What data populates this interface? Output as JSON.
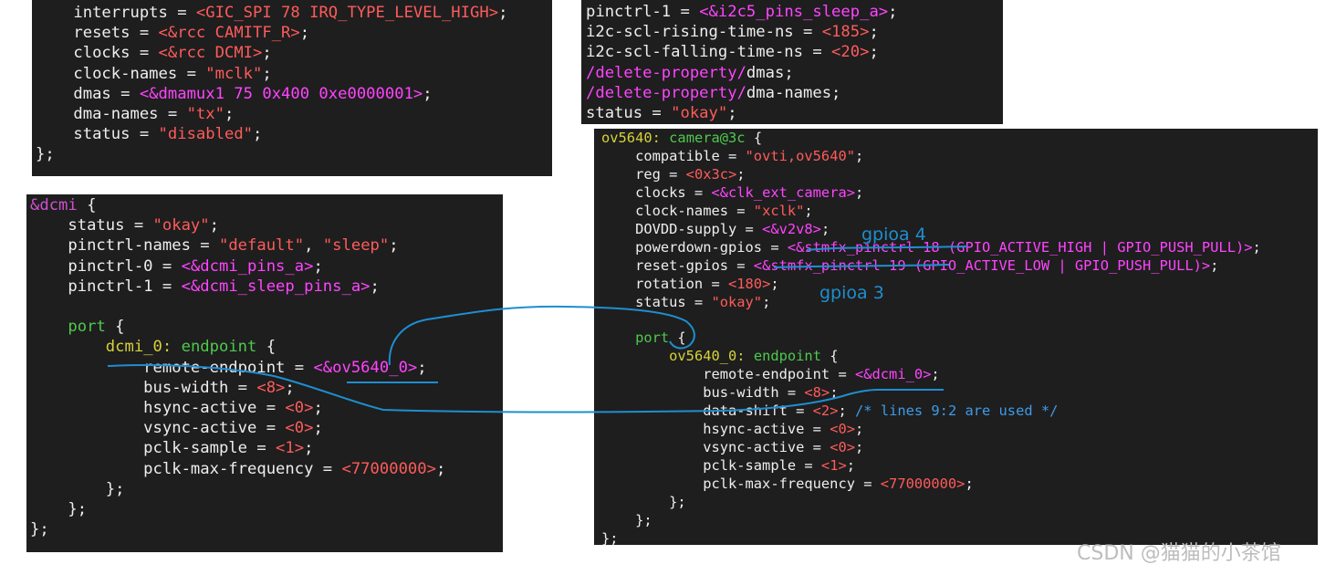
{
  "colors": {
    "panel_bg": "#1e1e1e",
    "text": "#eeeeee",
    "value": "#ff5b5b",
    "reference": "#ff44ff",
    "label": "#d050d0",
    "node": "#4ec94e",
    "comment": "#3d9be9",
    "annotation": "#1e8ed0",
    "watermark": "#bdbdbd"
  },
  "top_left_panel": {
    "lines": [
      [
        {
          "t": "    interrupts = "
        },
        {
          "t": "<GIC_SPI 78 IRQ_TYPE_LEVEL_HIGH>",
          "c": "ang"
        },
        {
          "t": ";"
        }
      ],
      [
        {
          "t": "    resets = "
        },
        {
          "t": "<&rcc CAMITF_R>",
          "c": "ang"
        },
        {
          "t": ";"
        }
      ],
      [
        {
          "t": "    clocks = "
        },
        {
          "t": "<&rcc DCMI>",
          "c": "ang"
        },
        {
          "t": ";"
        }
      ],
      [
        {
          "t": "    clock-names = "
        },
        {
          "t": "\"mclk\"",
          "c": "str"
        },
        {
          "t": ";"
        }
      ],
      [
        {
          "t": "    dmas = "
        },
        {
          "t": "<&dmamux1 75 0x400 0xe0000001>",
          "c": "ref"
        },
        {
          "t": ";"
        }
      ],
      [
        {
          "t": "    dma-names = "
        },
        {
          "t": "\"tx\"",
          "c": "str"
        },
        {
          "t": ";"
        }
      ],
      [
        {
          "t": "    status = "
        },
        {
          "t": "\"disabled\"",
          "c": "str"
        },
        {
          "t": ";"
        }
      ],
      [
        {
          "t": "};"
        }
      ]
    ]
  },
  "top_right_panel": {
    "lines": [
      [
        {
          "t": "pinctrl-1 = "
        },
        {
          "t": "<&i2c5_pins_sleep_a>",
          "c": "ref"
        },
        {
          "t": ";"
        }
      ],
      [
        {
          "t": "i2c-scl-rising-time-ns = "
        },
        {
          "t": "<185>",
          "c": "ang"
        },
        {
          "t": ";"
        }
      ],
      [
        {
          "t": "i2c-scl-falling-time-ns = "
        },
        {
          "t": "<20>",
          "c": "ang"
        },
        {
          "t": ";"
        }
      ],
      [
        {
          "t": "/delete-property/",
          "c": "del"
        },
        {
          "t": "dmas;"
        }
      ],
      [
        {
          "t": "/delete-property/",
          "c": "del"
        },
        {
          "t": "dma-names;"
        }
      ],
      [
        {
          "t": "status = "
        },
        {
          "t": "\"okay\"",
          "c": "str"
        },
        {
          "t": ";"
        }
      ]
    ]
  },
  "dcmi_panel": {
    "lines": [
      [
        {
          "t": "&dcmi",
          "c": "lbl"
        },
        {
          "t": " {"
        }
      ],
      [
        {
          "t": "    status = "
        },
        {
          "t": "\"okay\"",
          "c": "str"
        },
        {
          "t": ";"
        }
      ],
      [
        {
          "t": "    pinctrl-names = "
        },
        {
          "t": "\"default\"",
          "c": "str"
        },
        {
          "t": ", "
        },
        {
          "t": "\"sleep\"",
          "c": "str"
        },
        {
          "t": ";"
        }
      ],
      [
        {
          "t": "    pinctrl-0 = "
        },
        {
          "t": "<&dcmi_pins_a>",
          "c": "ref"
        },
        {
          "t": ";"
        }
      ],
      [
        {
          "t": "    pinctrl-1 = "
        },
        {
          "t": "<&dcmi_sleep_pins_a>",
          "c": "ref"
        },
        {
          "t": ";"
        }
      ],
      [
        {
          "t": ""
        }
      ],
      [
        {
          "t": "    "
        },
        {
          "t": "port",
          "c": "node"
        },
        {
          "t": " {"
        }
      ],
      [
        {
          "t": "        "
        },
        {
          "t": "dcmi_0:",
          "c": "key"
        },
        {
          "t": " "
        },
        {
          "t": "endpoint",
          "c": "node"
        },
        {
          "t": " {"
        }
      ],
      [
        {
          "t": "            remote-endpoint = "
        },
        {
          "t": "<&ov5640_0>",
          "c": "ref"
        },
        {
          "t": ";"
        }
      ],
      [
        {
          "t": "            bus-width = "
        },
        {
          "t": "<8>",
          "c": "ang"
        },
        {
          "t": ";"
        }
      ],
      [
        {
          "t": "            hsync-active = "
        },
        {
          "t": "<0>",
          "c": "ang"
        },
        {
          "t": ";"
        }
      ],
      [
        {
          "t": "            vsync-active = "
        },
        {
          "t": "<0>",
          "c": "ang"
        },
        {
          "t": ";"
        }
      ],
      [
        {
          "t": "            pclk-sample = "
        },
        {
          "t": "<1>",
          "c": "ang"
        },
        {
          "t": ";"
        }
      ],
      [
        {
          "t": "            pclk-max-frequency = "
        },
        {
          "t": "<77000000>",
          "c": "ang"
        },
        {
          "t": ";"
        }
      ],
      [
        {
          "t": "        };"
        }
      ],
      [
        {
          "t": "    };"
        }
      ],
      [
        {
          "t": "};"
        }
      ]
    ]
  },
  "camera_panel": {
    "lines": [
      [
        {
          "t": "ov5640:",
          "c": "key"
        },
        {
          "t": " "
        },
        {
          "t": "camera@3c",
          "c": "node"
        },
        {
          "t": " {"
        }
      ],
      [
        {
          "t": "    compatible = "
        },
        {
          "t": "\"ovti,ov5640\"",
          "c": "str"
        },
        {
          "t": ";"
        }
      ],
      [
        {
          "t": "    reg = "
        },
        {
          "t": "<0x3c>",
          "c": "ang"
        },
        {
          "t": ";"
        }
      ],
      [
        {
          "t": "    clocks = "
        },
        {
          "t": "<&clk_ext_camera>",
          "c": "ref"
        },
        {
          "t": ";"
        }
      ],
      [
        {
          "t": "    clock-names = "
        },
        {
          "t": "\"xclk\"",
          "c": "str"
        },
        {
          "t": ";"
        }
      ],
      [
        {
          "t": "    DOVDD-supply = "
        },
        {
          "t": "<&v2v8>",
          "c": "ref"
        },
        {
          "t": ";"
        }
      ],
      [
        {
          "t": "    powerdown-gpios = "
        },
        {
          "t": "<&stmfx_pinctrl 18 (GPIO_ACTIVE_HIGH | GPIO_PUSH_PULL)>",
          "c": "ref"
        },
        {
          "t": ";"
        }
      ],
      [
        {
          "t": "    reset-gpios = "
        },
        {
          "t": "<&stmfx_pinctrl 19 (GPIO_ACTIVE_LOW | GPIO_PUSH_PULL)>",
          "c": "ref"
        },
        {
          "t": ";"
        }
      ],
      [
        {
          "t": "    rotation = "
        },
        {
          "t": "<180>",
          "c": "ang"
        },
        {
          "t": ";"
        }
      ],
      [
        {
          "t": "    status = "
        },
        {
          "t": "\"okay\"",
          "c": "str"
        },
        {
          "t": ";"
        }
      ],
      [
        {
          "t": ""
        }
      ],
      [
        {
          "t": "    "
        },
        {
          "t": "port",
          "c": "node"
        },
        {
          "t": " {"
        }
      ],
      [
        {
          "t": "        "
        },
        {
          "t": "ov5640_0:",
          "c": "key"
        },
        {
          "t": " "
        },
        {
          "t": "endpoint",
          "c": "node"
        },
        {
          "t": " {"
        }
      ],
      [
        {
          "t": "            remote-endpoint = "
        },
        {
          "t": "<&dcmi_0>",
          "c": "ref"
        },
        {
          "t": ";"
        }
      ],
      [
        {
          "t": "            bus-width = "
        },
        {
          "t": "<8>",
          "c": "ang"
        },
        {
          "t": ";"
        }
      ],
      [
        {
          "t": "            data-shift = "
        },
        {
          "t": "<2>",
          "c": "ang"
        },
        {
          "t": "; "
        },
        {
          "t": "/* lines 9:2 are used */",
          "c": "cmt"
        }
      ],
      [
        {
          "t": "            hsync-active = "
        },
        {
          "t": "<0>",
          "c": "ang"
        },
        {
          "t": ";"
        }
      ],
      [
        {
          "t": "            vsync-active = "
        },
        {
          "t": "<0>",
          "c": "ang"
        },
        {
          "t": ";"
        }
      ],
      [
        {
          "t": "            pclk-sample = "
        },
        {
          "t": "<1>",
          "c": "ang"
        },
        {
          "t": ";"
        }
      ],
      [
        {
          "t": "            pclk-max-frequency = "
        },
        {
          "t": "<77000000>",
          "c": "ang"
        },
        {
          "t": ";"
        }
      ],
      [
        {
          "t": "        };"
        }
      ],
      [
        {
          "t": "    };"
        }
      ],
      [
        {
          "t": "};"
        }
      ]
    ]
  },
  "annotations": {
    "gpio_powerdown": "gpioa  4",
    "gpio_reset": "gpioa  3"
  },
  "watermark": "CSDN @猫猫的小茶馆"
}
